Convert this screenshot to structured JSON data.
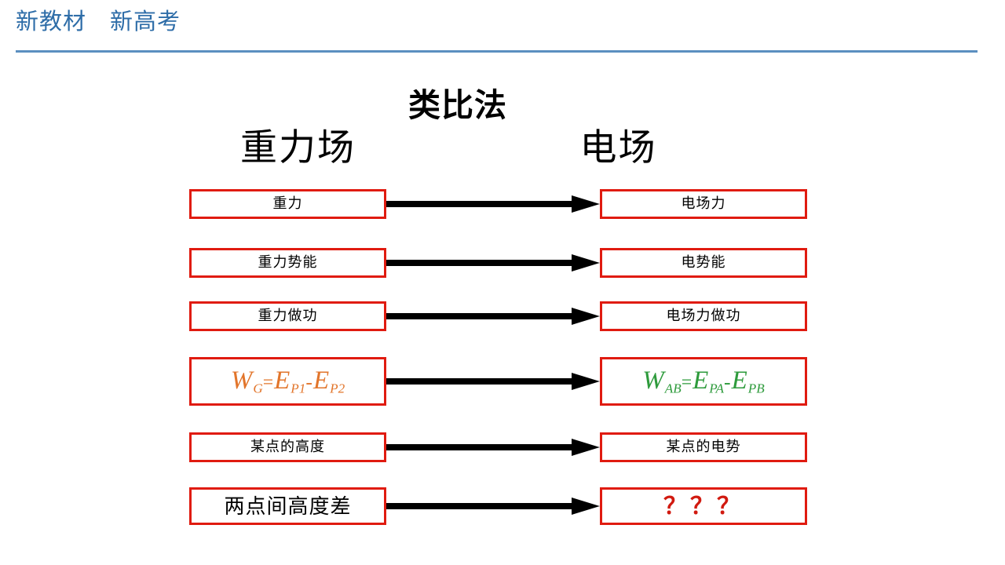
{
  "header": {
    "title": "新教材　新高考",
    "accent_color": "#2E6DA8",
    "rule_color": "#5B8FC0"
  },
  "titles": {
    "center": "类比法",
    "left": "重力场",
    "right": "电场"
  },
  "colors": {
    "box_border": "#E01B10",
    "formula_left": "#E2752B",
    "formula_right": "#2E9B3C",
    "question_marks": "#D11A10",
    "arrow": "#000000"
  },
  "rows": [
    {
      "id": "row-force",
      "left": "重力",
      "right": "电场力",
      "arrow": "right-arrow"
    },
    {
      "id": "row-potential-energy",
      "left": "重力势能",
      "right": "电势能",
      "arrow": "right-arrow"
    },
    {
      "id": "row-work",
      "left": "重力做功",
      "right": "电场力做功",
      "arrow": "right-arrow"
    },
    {
      "id": "row-formula",
      "left_formula": {
        "symbol": "W",
        "symbol_sub": "G",
        "equals": "=",
        "term1": "E",
        "term1_sub": "P1",
        "minus": "-",
        "term2": "E",
        "term2_sub": "P2",
        "plain": "W_G = E_P1 - E_P2"
      },
      "right_formula": {
        "symbol": "W",
        "symbol_sub": "AB",
        "equals": "=",
        "term1": "E",
        "term1_sub": "PA",
        "minus": "-",
        "term2": "E",
        "term2_sub": "PB",
        "plain": "W_AB = E_PA - E_PB"
      },
      "arrow": "right-arrow"
    },
    {
      "id": "row-point-height",
      "left": "某点的高度",
      "right": "某点的电势",
      "arrow": "right-arrow"
    },
    {
      "id": "row-height-difference",
      "left": "两点间高度差",
      "right": "？？？",
      "arrow": "right-arrow"
    }
  ]
}
